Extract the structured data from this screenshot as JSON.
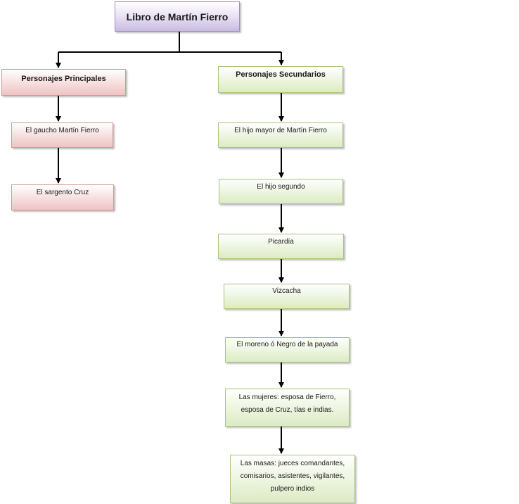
{
  "diagram": {
    "root": {
      "label": "Libro de Martín Fierro"
    },
    "principal": {
      "header": "Personajes Principales",
      "items": [
        "El gaucho Martín Fierro",
        "El sargento Cruz"
      ]
    },
    "secondary": {
      "header": "Personajes Secundarios",
      "items": [
        "El hijo mayor de Martín Fierro",
        "El hijo segundo",
        "Picardía",
        "Vizcacha",
        "El moreno ó Negro de la payada",
        "Las mujeres: esposa de Fierro,\nesposa de Cruz, tías e indias.",
        "Las masas: jueces comandantes,\ncomisarios, asistentes, vigilantes,\npulpero indios"
      ]
    },
    "colors": {
      "root_fill": "#c9bce0",
      "principal_fill": "#eec4c4",
      "secondary_fill": "#dcebc4",
      "connector": "#000000"
    }
  }
}
